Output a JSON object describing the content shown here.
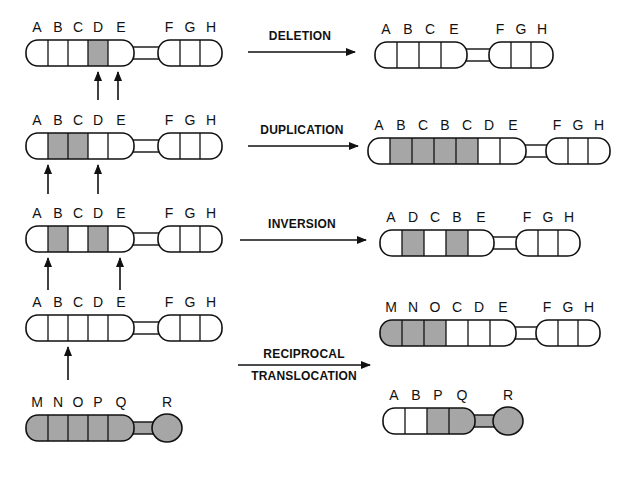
{
  "diagram": {
    "labels": [
      "A",
      "B",
      "C",
      "D",
      "E",
      "F",
      "G",
      "H",
      "DELETION",
      "A",
      "B",
      "C",
      "E",
      "F",
      "G",
      "H",
      "A",
      "B",
      "C",
      "D",
      "E",
      "F",
      "G",
      "H",
      "DUPLICATION",
      "A",
      "B",
      "C",
      "B",
      "C",
      "D",
      "E",
      "F",
      "G",
      "H",
      "A",
      "B",
      "C",
      "D",
      "E",
      "F",
      "G",
      "H",
      "INVERSION",
      "A",
      "D",
      "C",
      "B",
      "E",
      "F",
      "G",
      "H",
      "A",
      "B",
      "C",
      "D",
      "E",
      "F",
      "G",
      "H",
      "RECIPROCAL TRANSLOCATION",
      "M",
      "N",
      "O",
      "C",
      "D",
      "E",
      "F",
      "G",
      "H",
      "M",
      "N",
      "O",
      "P",
      "Q",
      "R",
      "A",
      "B",
      "P",
      "Q",
      "R"
    ]
  }
}
